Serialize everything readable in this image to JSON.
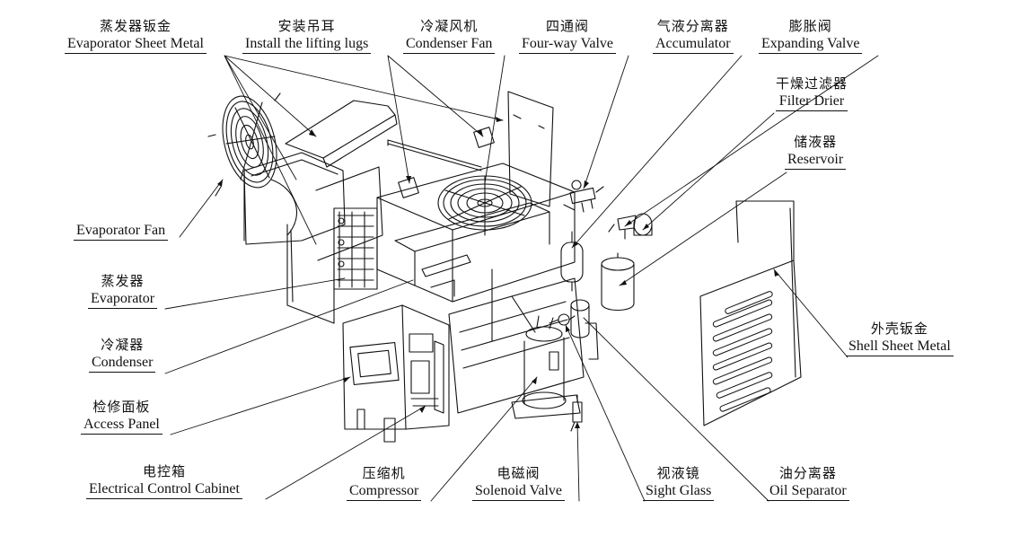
{
  "labels": {
    "evaporator_sheet_metal": {
      "zh": "蒸发器钣金",
      "en": "Evaporator Sheet Metal"
    },
    "lifting_lugs": {
      "zh": "安装吊耳",
      "en": "Install the lifting lugs"
    },
    "condenser_fan": {
      "zh": "冷凝风机",
      "en": "Condenser Fan"
    },
    "four_way_valve": {
      "zh": "四通阀",
      "en": "Four-way Valve"
    },
    "accumulator": {
      "zh": "气液分离器",
      "en": "Accumulator"
    },
    "expanding_valve": {
      "zh": "膨胀阀",
      "en": "Expanding Valve"
    },
    "filter_drier": {
      "zh": "干燥过滤器",
      "en": "Filter Drier"
    },
    "reservoir": {
      "zh": "储液器",
      "en": "Reservoir"
    },
    "evaporator_fan": {
      "zh": "",
      "en": "Evaporator Fan"
    },
    "evaporator": {
      "zh": "蒸发器",
      "en": "Evaporator"
    },
    "condenser": {
      "zh": "冷凝器",
      "en": "Condenser"
    },
    "shell_sheet_metal": {
      "zh": "外壳钣金",
      "en": "Shell Sheet Metal"
    },
    "access_panel": {
      "zh": "检修面板",
      "en": "Access Panel"
    },
    "electrical_control_cabinet": {
      "zh": "电控箱",
      "en": "Electrical Control Cabinet"
    },
    "compressor": {
      "zh": "压缩机",
      "en": "Compressor"
    },
    "solenoid_valve": {
      "zh": "电磁阀",
      "en": "Solenoid Valve"
    },
    "sight_glass": {
      "zh": "视液镜",
      "en": "Sight Glass"
    },
    "oil_separator": {
      "zh": "油分离器",
      "en": "Oil Separator"
    }
  },
  "colors": {
    "line": "#111111",
    "background": "#ffffff"
  }
}
